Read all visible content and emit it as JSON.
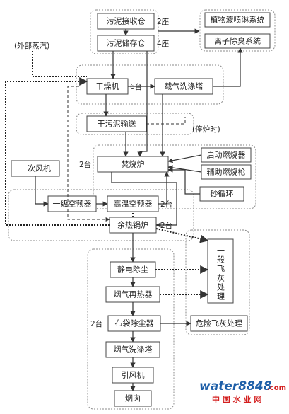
{
  "nodes": {
    "sludge_receiving": "污泥接收仓",
    "sludge_storage": "污泥储存仓",
    "plant_spray": "植物液喷淋系统",
    "ion_deodor": "离子除臭系统",
    "dryer": "干燥机",
    "carrier_scrubber": "载气洗涤塔",
    "dry_sludge_convey": "干污泥输送",
    "primary_fan": "一次风机",
    "incinerator": "焚烧炉",
    "start_burner": "启动燃烧器",
    "aux_burner": "辅助燃烧枪",
    "sand_cycle": "砂循环",
    "stage1_preheater": "一级空预器",
    "hightemp_preheater": "高温空预器",
    "waste_heat_boiler": "余热锅炉",
    "esp": "静电除尘",
    "flue_reheater": "烟气再热器",
    "bag_filter": "布袋除尘器",
    "flue_scrubber": "烟气洗涤塔",
    "id_fan": "引风机",
    "chimney": "烟囱",
    "general_ash": "一般飞灰处理",
    "hazardous_ash": "危险飞灰处理"
  },
  "labels": {
    "qty_2seat": "2座",
    "qty_4seat": "4座",
    "qty_6unit": "6台",
    "qty_2unit_inc": "2台",
    "qty_2unit_pre": "2台",
    "qty_2unit_boiler": "2台",
    "qty_2unit_bag": "2台",
    "external_steam": "(外部蒸汽)",
    "when_stopped": "(停炉时)"
  },
  "watermark": {
    "brand": "water8848",
    "suffix": ".com",
    "cn": "中 国 水 业 网"
  },
  "colors": {
    "arrow": "#333333",
    "box_border": "#444444",
    "group_border": "#8a8a8a",
    "watermark_blue": "#1e5fa8",
    "watermark_red": "#d42020"
  }
}
